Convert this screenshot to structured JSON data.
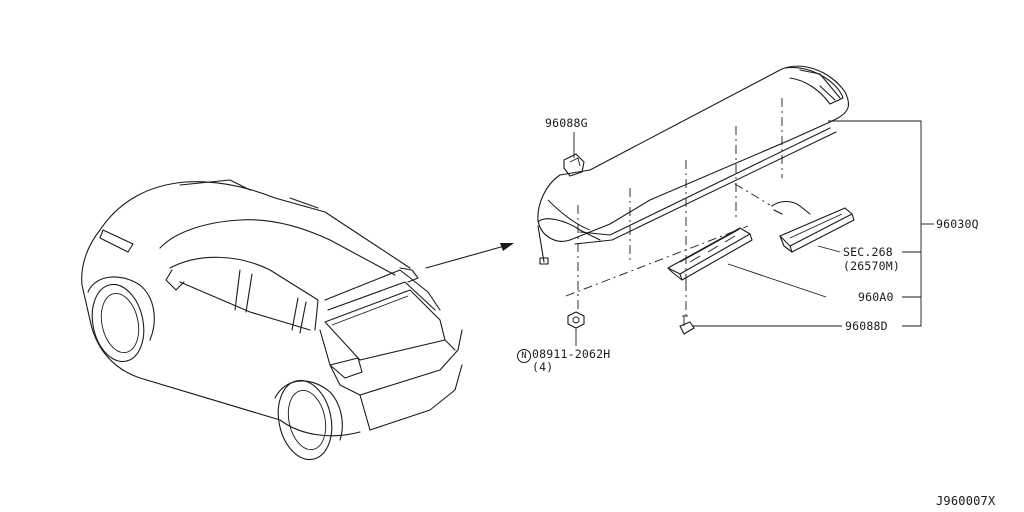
{
  "labels": {
    "p960886": "96088G",
    "p96030q": "96030Q",
    "sec": "SEC.268",
    "sec_part": "(26570M)",
    "p960a0": "960A0",
    "p96088d": "96088D",
    "nut_symbol": "N",
    "nut_part": "08911-2062H",
    "nut_qty": "(4)"
  },
  "diagram_code": "J960007X",
  "colors": {
    "ink": "#1a1a1a",
    "background": "#ffffff"
  }
}
